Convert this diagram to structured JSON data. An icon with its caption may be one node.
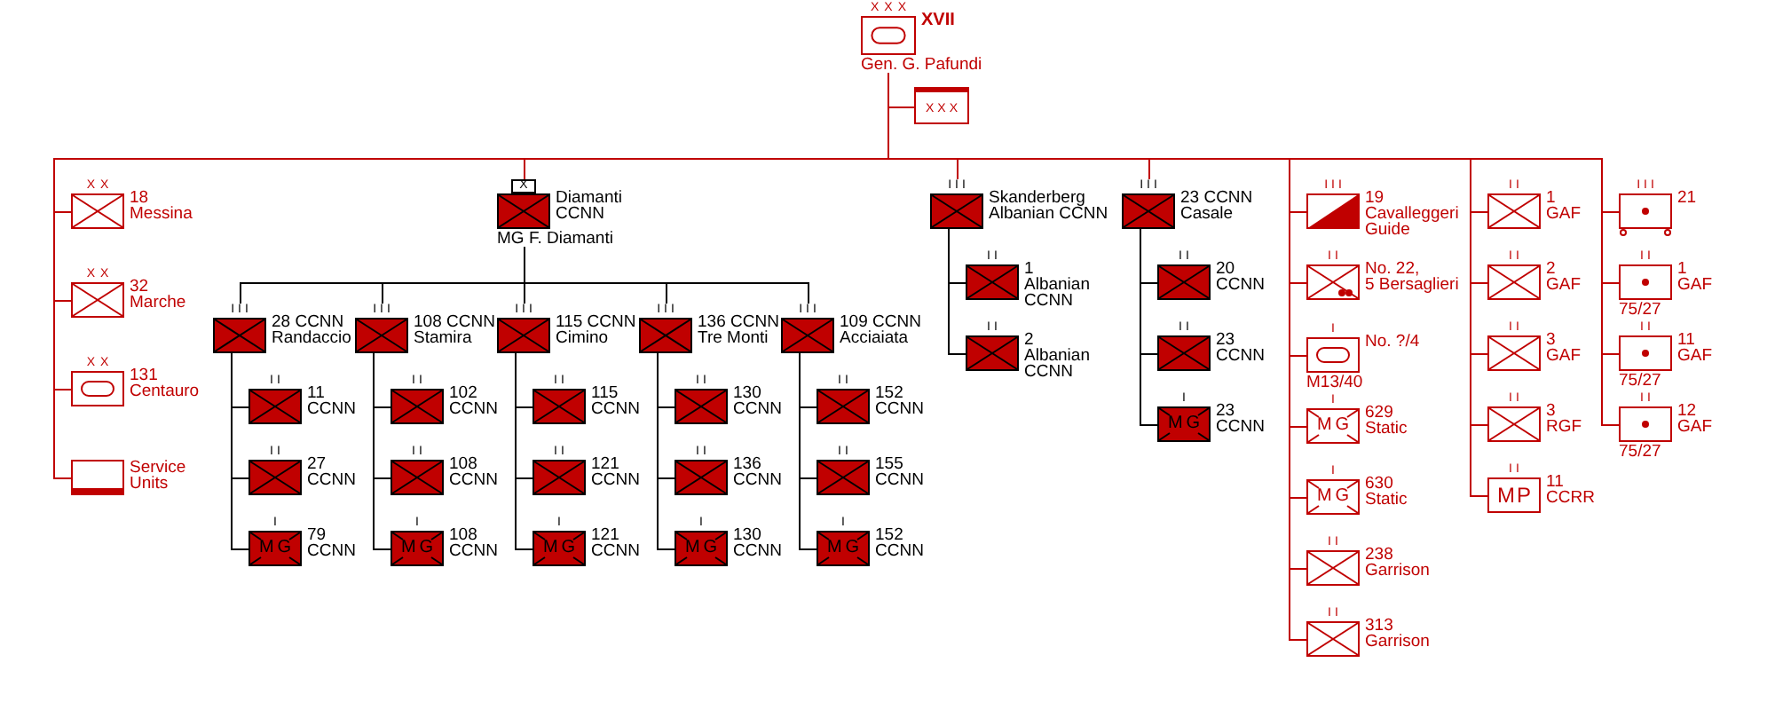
{
  "diagram": {
    "nodes": [
      {
        "text": [
          "XXX"
        ],
        "beside": [
          "XVII",
          "Gen. G. Pafundi"
        ]
      },
      {
        "text": [
          "XXX"
        ]
      },
      {
        "text": [
          "XX"
        ],
        "beside": [
          "18 Messina"
        ]
      },
      {
        "text": [
          "XX"
        ],
        "beside": [
          "32 Marche"
        ]
      },
      {
        "text": [
          "XX"
        ],
        "beside": [
          "131 Centauro"
        ]
      },
      {
        "text": [],
        "shape": "box",
        "beside": [
          "Service Units"
        ]
      },
      {
        "text": [
          "X"
        ],
        "beside": [
          "Diamanti CCNN",
          "MG F. Diamanti"
        ]
      },
      {
        "text": [
          "III"
        ],
        "beside": [
          "28 CCNN Randaccio"
        ]
      },
      {
        "text": [
          "II"
        ],
        "beside": [
          "11 CCNN"
        ]
      },
      {
        "text": [
          "II"
        ],
        "beside": [
          "27 CCNN"
        ]
      },
      {
        "text": [
          "I",
          "MG"
        ],
        "beside": [
          "79 CCNN"
        ]
      },
      {
        "text": [
          "III"
        ],
        "beside": [
          "108 CCNN Stamira"
        ]
      },
      {
        "text": [
          "II"
        ],
        "beside": [
          "102 CCNN"
        ]
      },
      {
        "text": [
          "II"
        ],
        "beside": [
          "108 CCNN"
        ]
      },
      {
        "text": [
          "I",
          "MG"
        ],
        "beside": [
          "108 CCNN"
        ]
      },
      {
        "text": [
          "III"
        ],
        "beside": [
          "115 CCNN Cimino"
        ]
      },
      {
        "text": [
          "II"
        ],
        "beside": [
          "115 CCNN"
        ]
      },
      {
        "text": [
          "II"
        ],
        "beside": [
          "121 CCNN"
        ]
      },
      {
        "text": [
          "I",
          "MG"
        ],
        "beside": [
          "121 CCNN"
        ]
      },
      {
        "text": [
          "III"
        ],
        "beside": [
          "136 CCNN Tre Monti"
        ]
      },
      {
        "text": [
          "II"
        ],
        "beside": [
          "130 CCNN"
        ]
      },
      {
        "text": [
          "II"
        ],
        "beside": [
          "136 CCNN"
        ]
      },
      {
        "text": [
          "I",
          "MG"
        ],
        "beside": [
          "130 CCNN"
        ]
      },
      {
        "text": [
          "III"
        ],
        "beside": [
          "109 CCNN Acciaiata"
        ]
      },
      {
        "text": [
          "II"
        ],
        "beside": [
          "152 CCNN"
        ]
      },
      {
        "text": [
          "II"
        ],
        "beside": [
          "155 CCNN"
        ]
      },
      {
        "text": [
          "I",
          "MG"
        ],
        "beside": [
          "152 CCNN"
        ]
      },
      {
        "text": [
          "III"
        ],
        "beside": [
          "Skanderberg Albanian CCNN"
        ]
      },
      {
        "text": [
          "II"
        ],
        "beside": [
          "1 Albanian CCNN"
        ]
      },
      {
        "text": [
          "II"
        ],
        "beside": [
          "2 Albanian CCNN"
        ]
      },
      {
        "text": [
          "III"
        ],
        "beside": [
          "23 CCNN Casale"
        ]
      },
      {
        "text": [
          "II"
        ],
        "beside": [
          "20 CCNN"
        ]
      },
      {
        "text": [
          "II"
        ],
        "beside": [
          "23 CCNN"
        ]
      },
      {
        "text": [
          "I",
          "MG"
        ],
        "beside": [
          "23 CCNN"
        ]
      },
      {
        "text": [
          "III"
        ],
        "beside": [
          "19 Cavalleggeri Guide"
        ]
      },
      {
        "text": [
          "II"
        ],
        "beside": [
          "No. 22, 5 Bersaglieri"
        ]
      },
      {
        "text": [
          "I"
        ],
        "beside": [
          "No. ?/4",
          "M13/40"
        ]
      },
      {
        "text": [
          "I",
          "MG"
        ],
        "beside": [
          "629 Static"
        ]
      },
      {
        "text": [
          "I",
          "MG"
        ],
        "beside": [
          "630 Static"
        ]
      },
      {
        "text": [
          "II"
        ],
        "beside": [
          "238 Garrison"
        ]
      },
      {
        "text": [
          "II"
        ],
        "beside": [
          "313 Garrison"
        ]
      },
      {
        "text": [
          "II"
        ],
        "beside": [
          "1 GAF"
        ]
      },
      {
        "text": [
          "II"
        ],
        "beside": [
          "2 GAF"
        ]
      },
      {
        "text": [
          "II"
        ],
        "beside": [
          "3 GAF"
        ]
      },
      {
        "text": [
          "II"
        ],
        "beside": [
          "3 RGF"
        ]
      },
      {
        "text": [
          "II",
          "MP"
        ],
        "beside": [
          "11 CCRR"
        ]
      },
      {
        "text": [
          "III"
        ],
        "beside": [
          "21"
        ]
      },
      {
        "text": [
          "II"
        ],
        "beside": [
          "1 GAF",
          "75/27"
        ]
      },
      {
        "text": [
          "II"
        ],
        "beside": [
          "11 GAF",
          "75/27"
        ]
      },
      {
        "text": [
          "II"
        ],
        "beside": [
          "12 GAF",
          "75/27"
        ]
      }
    ],
    "edges": [
      {
        "from": 0,
        "to": 1,
        "arrow": "none",
        "color": "#c00000"
      },
      {
        "from": 0,
        "to": 2,
        "arrow": "none",
        "color": "#c00000"
      },
      {
        "from": 0,
        "to": 3,
        "arrow": "none",
        "color": "#c00000"
      },
      {
        "from": 0,
        "to": 4,
        "arrow": "none",
        "color": "#c00000"
      },
      {
        "from": 0,
        "to": 5,
        "arrow": "none",
        "color": "#c00000"
      },
      {
        "from": 0,
        "to": 6,
        "arrow": "none",
        "color": "#c00000"
      },
      {
        "from": 6,
        "to": 7,
        "arrow": "none"
      },
      {
        "from": 6,
        "to": 11,
        "arrow": "none"
      },
      {
        "from": 6,
        "to": 15,
        "arrow": "none"
      },
      {
        "from": 6,
        "to": 19,
        "arrow": "none"
      },
      {
        "from": 6,
        "to": 23,
        "arrow": "none"
      },
      {
        "from": 7,
        "to": 8,
        "arrow": "none"
      },
      {
        "from": 7,
        "to": 9,
        "arrow": "none"
      },
      {
        "from": 7,
        "to": 10,
        "arrow": "none"
      },
      {
        "from": 11,
        "to": 12,
        "arrow": "none"
      },
      {
        "from": 11,
        "to": 13,
        "arrow": "none"
      },
      {
        "from": 11,
        "to": 14,
        "arrow": "none"
      },
      {
        "from": 15,
        "to": 16,
        "arrow": "none"
      },
      {
        "from": 15,
        "to": 17,
        "arrow": "none"
      },
      {
        "from": 15,
        "to": 18,
        "arrow": "none"
      },
      {
        "from": 19,
        "to": 20,
        "arrow": "none"
      },
      {
        "from": 19,
        "to": 21,
        "arrow": "none"
      },
      {
        "from": 19,
        "to": 22,
        "arrow": "none"
      },
      {
        "from": 23,
        "to": 24,
        "arrow": "none"
      },
      {
        "from": 23,
        "to": 25,
        "arrow": "none"
      },
      {
        "from": 23,
        "to": 26,
        "arrow": "none"
      },
      {
        "from": 0,
        "to": 27,
        "arrow": "none",
        "color": "#c00000"
      },
      {
        "from": 27,
        "to": 28,
        "arrow": "none"
      },
      {
        "from": 27,
        "to": 29,
        "arrow": "none"
      },
      {
        "from": 0,
        "to": 30,
        "arrow": "none",
        "color": "#c00000"
      },
      {
        "from": 30,
        "to": 31,
        "arrow": "none"
      },
      {
        "from": 30,
        "to": 32,
        "arrow": "none"
      },
      {
        "from": 30,
        "to": 33,
        "arrow": "none"
      },
      {
        "from": 0,
        "to": 34,
        "arrow": "none",
        "color": "#c00000"
      },
      {
        "from": 0,
        "to": 35,
        "arrow": "none",
        "color": "#c00000"
      },
      {
        "from": 0,
        "to": 36,
        "arrow": "none",
        "color": "#c00000"
      },
      {
        "from": 0,
        "to": 37,
        "arrow": "none",
        "color": "#c00000"
      },
      {
        "from": 0,
        "to": 38,
        "arrow": "none",
        "color": "#c00000"
      },
      {
        "from": 0,
        "to": 39,
        "arrow": "none",
        "color": "#c00000"
      },
      {
        "from": 0,
        "to": 40,
        "arrow": "none",
        "color": "#c00000"
      },
      {
        "from": 0,
        "to": 41,
        "arrow": "none",
        "color": "#c00000"
      },
      {
        "from": 0,
        "to": 42,
        "arrow": "none",
        "color": "#c00000"
      },
      {
        "from": 0,
        "to": 43,
        "arrow": "none",
        "color": "#c00000"
      },
      {
        "from": 0,
        "to": 44,
        "arrow": "none",
        "color": "#c00000"
      },
      {
        "from": 0,
        "to": 45,
        "arrow": "none",
        "color": "#c00000"
      },
      {
        "from": 0,
        "to": 46,
        "arrow": "none",
        "color": "#c00000"
      },
      {
        "from": 0,
        "to": 47,
        "arrow": "none",
        "color": "#c00000"
      },
      {
        "from": 0,
        "to": 48,
        "arrow": "none",
        "color": "#c00000"
      },
      {
        "from": 0,
        "to": 49,
        "arrow": "none",
        "color": "#c00000"
      }
    ]
  }
}
